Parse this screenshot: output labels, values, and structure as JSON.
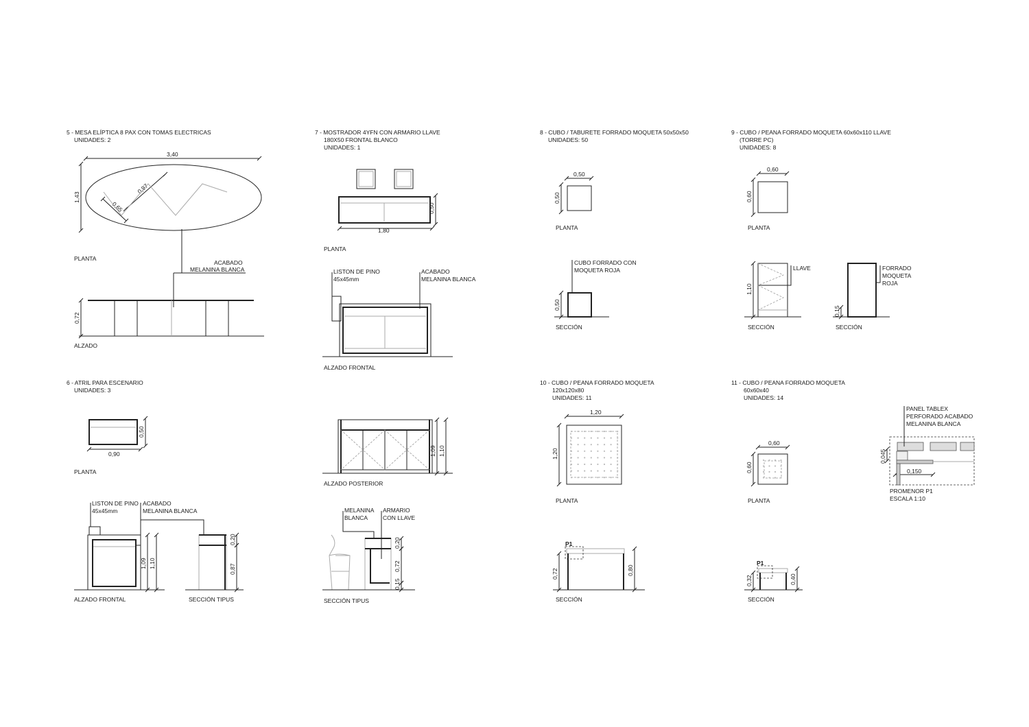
{
  "s5": {
    "title": "5 - MESA ELÍPTICA 8 PAX CON TOMAS ELECTRICAS",
    "units": "UNIDADES: 2",
    "dims": {
      "width": "3,40",
      "depth": "1,43",
      "seat_span": "0,97",
      "seat_depth": "0,65",
      "height": "0,72"
    },
    "views": {
      "plan": "PLANTA",
      "elevation": "ALZADO"
    },
    "note": [
      "ACABADO",
      "MELANINA BLANCA"
    ]
  },
  "s6": {
    "title": "6 - ATRIL PARA ESCENARIO",
    "units": "UNIDADES: 3",
    "dims": {
      "depth": "0,50",
      "width": "0,90",
      "h1": "1,09",
      "h2": "1,10",
      "top": "0,20",
      "body": "0,87"
    },
    "views": {
      "plan": "PLANTA",
      "front": "ALZADO FRONTAL",
      "section": "SECCIÓN TIPUS"
    },
    "note_wood": [
      "LISTON DE PINO",
      "45x45mm"
    ],
    "note_finish": [
      "ACABADO",
      "MELANINA BLANCA"
    ]
  },
  "s7": {
    "title": "7 - MOSTRADOR 4YFN CON ARMARIO LLAVE",
    "subtitle": "180X50 FRONTAL BLANCO",
    "units": "UNIDADES: 1",
    "dims": {
      "depth": "0,50",
      "width": "1,80",
      "h1": "1,09",
      "h2": "1,10",
      "top": "0,20",
      "mid": "0,72",
      "base": "0,15"
    },
    "views": {
      "plan": "PLANTA",
      "front": "ALZADO FRONTAL",
      "back": "ALZADO POSTERIOR",
      "section": "SECCIÓN TIPUS"
    },
    "note_wood": [
      "LISTON DE PINO",
      "45x45mm"
    ],
    "note_finish": [
      "ACABADO",
      "MELANINA BLANCA"
    ],
    "note_white": [
      "MELANINA",
      "BLANCA"
    ],
    "note_cabinet": [
      "ARMARIO",
      "CON LLAVE"
    ]
  },
  "s8": {
    "title": "8 - CUBO / TABURETE FORRADO MOQUETA 50x50x50",
    "units": "UNIDADES: 50",
    "dims": {
      "w": "0,50",
      "d": "0,50",
      "h": "0,50"
    },
    "views": {
      "plan": "PLANTA",
      "section": "SECCIÓN"
    },
    "note": [
      "CUBO FORRADO CON",
      "MOQUETA ROJA"
    ]
  },
  "s9": {
    "title": "9 - CUBO / PEANA FORRADO MOQUETA 60x60x110 LLAVE",
    "subtitle": "(TORRE PC)",
    "units": "UNIDADES: 8",
    "dims": {
      "w": "0,60",
      "d": "0,60",
      "h": "1,10",
      "base": "0,15"
    },
    "views": {
      "plan": "PLANTA",
      "section1": "SECCIÓN",
      "section2": "SECCIÓN"
    },
    "note_key": "LLAVE",
    "note_cover": [
      "FORRADO",
      "MOQUETA",
      "ROJA"
    ]
  },
  "s10": {
    "title": "10 -  CUBO / PEANA FORRADO MOQUETA",
    "subtitle": "120x120x80",
    "units": "UNIDADES: 11",
    "dims": {
      "w": "1,20",
      "d": "1,20",
      "h1": "0,72",
      "h2": "0,80"
    },
    "views": {
      "plan": "PLANTA",
      "section": "SECCIÓN"
    },
    "detail_ref": "P1"
  },
  "s11": {
    "title": "11 -  CUBO / PEANA FORRADO MOQUETA",
    "subtitle": "60x60x40",
    "units": "UNIDADES: 14",
    "dims": {
      "w": "0,60",
      "d": "0,60",
      "h1": "0,32",
      "h2": "0,40",
      "thick": "0,045",
      "overhang": "0,150"
    },
    "views": {
      "plan": "PLANTA",
      "section": "SECCIÓN"
    },
    "detail_ref": "P1",
    "note_panel": [
      "PANEL TABLEX",
      "PERFORADO ACABADO",
      "MELANINA BLANCA"
    ],
    "detail_title": [
      "PROMENOR P1",
      "ESCALA 1:10"
    ]
  }
}
